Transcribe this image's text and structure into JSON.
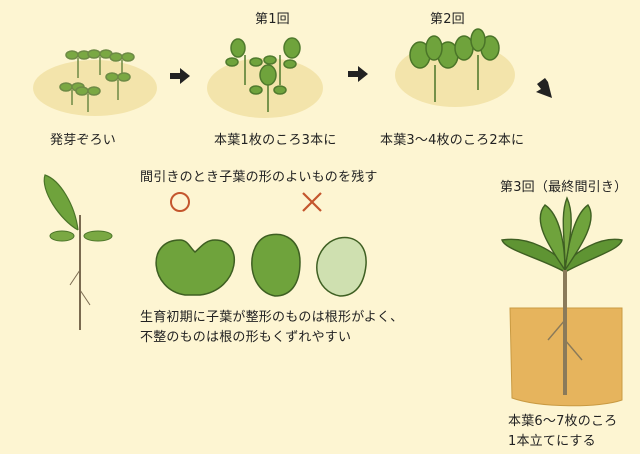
{
  "steps": {
    "germination": "発芽ぞろい",
    "round1_title": "第1回",
    "round1_caption": "本葉1枚のころ3本に",
    "round2_title": "第2回",
    "round2_caption": "本葉3〜4枚のころ2本に"
  },
  "thinning_note": "間引きのとき子葉の形のよいものを残す",
  "good_mark": "○",
  "bad_mark": "×",
  "growth_note_line1": "生育初期に子葉が整形のものは根形がよく、",
  "growth_note_line2": "不整のものは根の形もくずれやすい",
  "final": {
    "title": "第3回（最終間引き）",
    "caption_line1": "本葉6〜7枚のころ",
    "caption_line2": "1本立てにする"
  }
}
